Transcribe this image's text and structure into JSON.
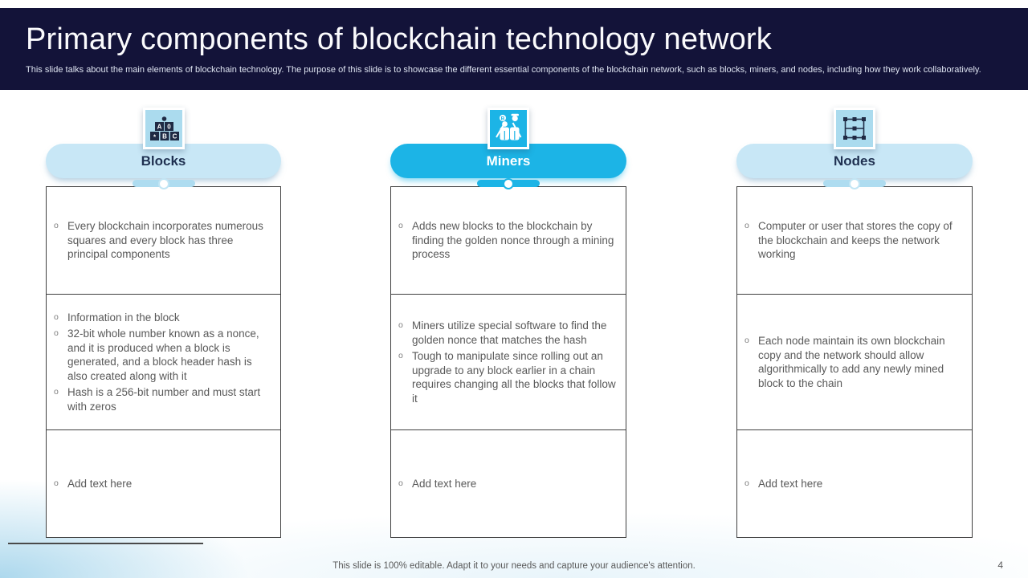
{
  "ui": {
    "bullet_marker": "o"
  },
  "header": {
    "title": "Primary components of blockchain technology network",
    "subtitle": "This slide talks about the main elements of blockchain technology. The purpose of this slide is to showcase the different essential components of the blockchain network, such as blocks, miners, and nodes, including how they work collaboratively."
  },
  "columns": [
    {
      "id": "blocks",
      "label": "Blocks",
      "icon": "building-blocks-icon",
      "style": "light",
      "rows": [
        {
          "bullets": [
            "Every blockchain incorporates numerous squares and every block has three principal components"
          ]
        },
        {
          "bullets": [
            "Information in the block",
            "32-bit whole number known as a nonce, and it is produced when a block is generated, and a block header hash is also created along with it",
            "Hash is a 256-bit number and must start with zeros"
          ]
        },
        {
          "bullets": [
            "Add text here"
          ]
        }
      ]
    },
    {
      "id": "miners",
      "label": "Miners",
      "icon": "miners-icon",
      "style": "cyan",
      "rows": [
        {
          "bullets": [
            "Adds new blocks to the blockchain by finding the golden nonce through a mining process"
          ]
        },
        {
          "bullets": [
            "Miners utilize special software to find the golden nonce that matches the hash",
            "Tough to manipulate since rolling out an upgrade to any block earlier in a chain requires changing all the blocks that follow it"
          ]
        },
        {
          "bullets": [
            "Add text here"
          ]
        }
      ]
    },
    {
      "id": "nodes",
      "label": "Nodes",
      "icon": "network-nodes-icon",
      "style": "light",
      "rows": [
        {
          "bullets": [
            "Computer or user that stores the copy of the blockchain and keeps the network working"
          ]
        },
        {
          "bullets": [
            "Each node maintain its own blockchain copy and the network should allow algorithmically to add any newly mined block to the chain"
          ]
        },
        {
          "bullets": [
            "Add text here"
          ]
        }
      ]
    }
  ],
  "footer": {
    "note": "This slide is 100% editable. Adapt it to your needs and capture your audience's attention.",
    "page_number": "4"
  },
  "colors": {
    "header_navy": "#131339",
    "accent_cyan": "#1cb4e6",
    "pill_light_blue": "#c8e7f6",
    "icon_light_blue": "#abdbee",
    "icon_glyph_navy": "#1f2a44",
    "pill_text_navy": "#1f3050",
    "body_text_gray": "#595959",
    "table_border_gray": "#404040"
  }
}
